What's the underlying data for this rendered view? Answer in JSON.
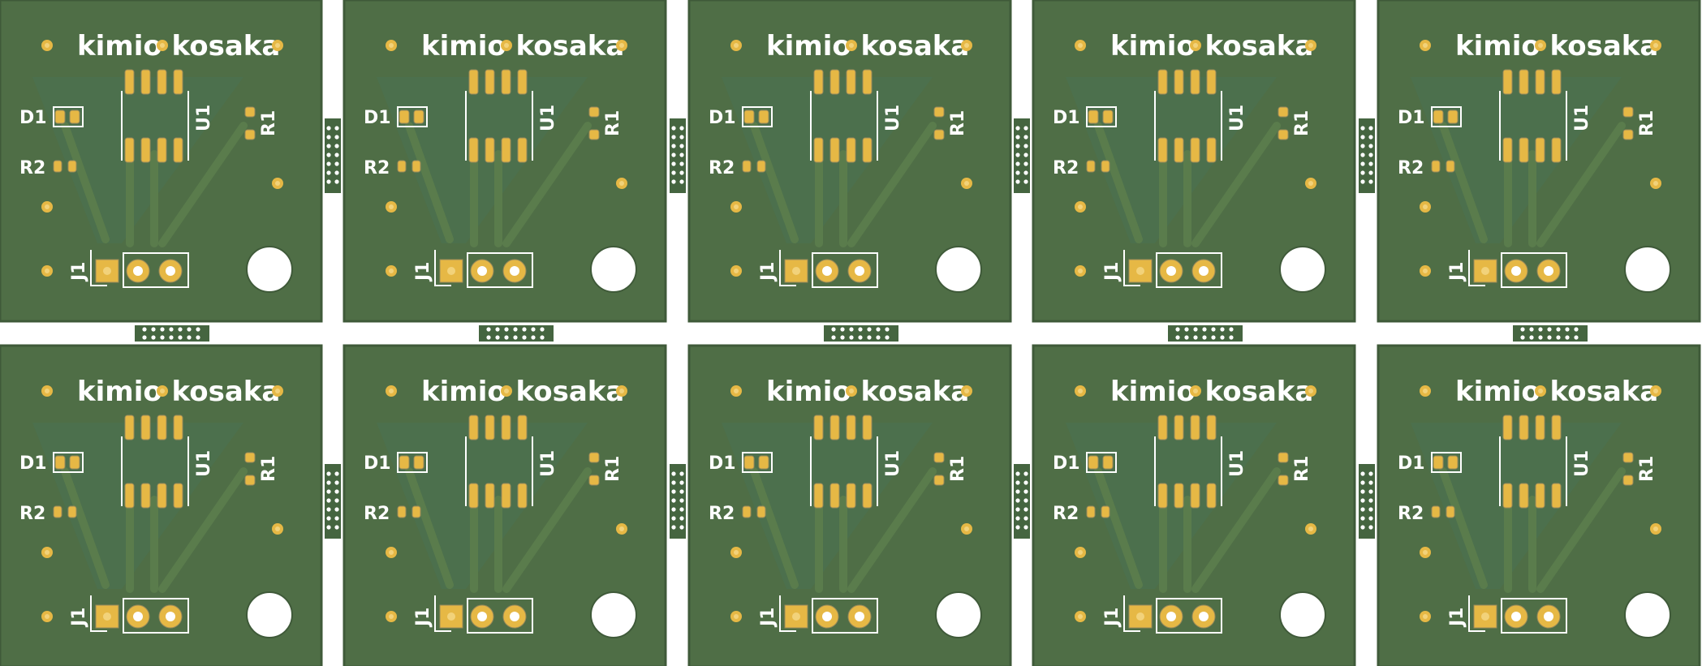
{
  "board": {
    "brand_text": "kimio kosaka",
    "labels": {
      "d1": "D1",
      "r2": "R2",
      "u1": "U1",
      "r1": "R1",
      "j1": "J1"
    },
    "colors": {
      "soldermask": "#4f6e46",
      "soldermask_dark": "#456540",
      "copper_fill": "#4a7254",
      "pad": "#e6b845",
      "pad_light": "#f2d27a",
      "silkscreen": "#ffffff",
      "background": "#ffffff"
    }
  },
  "panel": {
    "rows": 2,
    "columns": 5
  }
}
